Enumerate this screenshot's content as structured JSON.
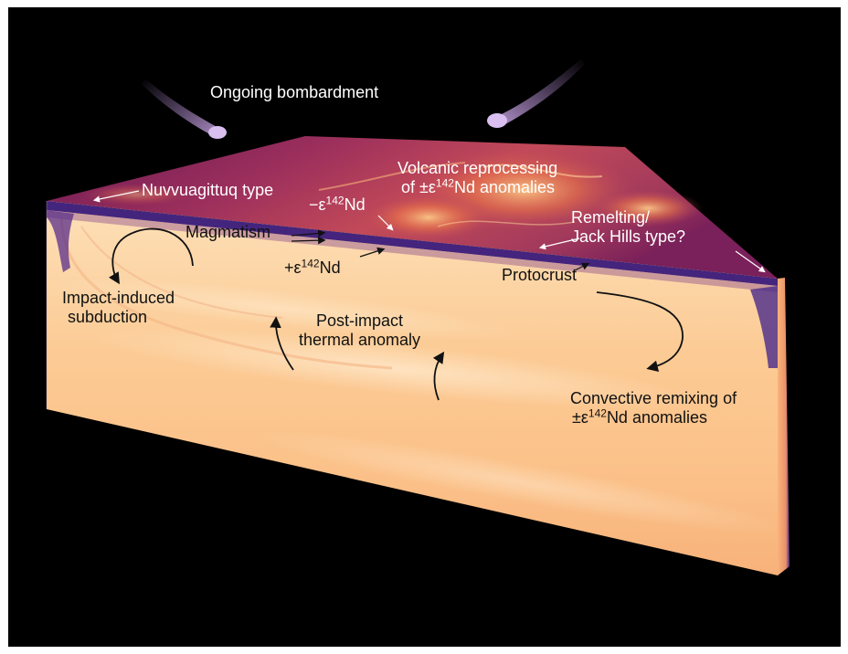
{
  "labels": {
    "bombardment": "Ongoing bombardment",
    "nuvvuagittuq": "Nuvvuagittuq type",
    "volcanic_line1": "Volcanic reprocessing",
    "volcanic_line2_pre": "of ±ε",
    "volcanic_line2_sup": "142",
    "volcanic_line2_post": "Nd anomalies",
    "neg_pre": "−ε",
    "neg_sup": "142",
    "neg_post": "Nd",
    "magmatism": "Magmatism",
    "pos_pre": "+ε",
    "pos_sup": "142",
    "pos_post": "Nd",
    "remelting_line1": "Remelting/",
    "remelting_line2": "Jack Hills type?",
    "protocrust": "Protocrust",
    "impact_line1": "Impact-induced",
    "impact_line2": "subduction",
    "postimpact_line1": "Post-impact",
    "postimpact_line2": "thermal anomaly",
    "convective_line1": "Convective remixing of",
    "convective_line2_pre": "±ε",
    "convective_line2_sup": "142",
    "convective_line2_post": "Nd anomalies"
  },
  "colors": {
    "background": "#000000",
    "mantle": "#fcd2a0",
    "mantle_hot": "#fde9c6",
    "surface": "#8c2560",
    "surface_hot": "#f08a50",
    "protocrust": "#3a1a7a",
    "impactor_trail": "#b58ad6"
  }
}
